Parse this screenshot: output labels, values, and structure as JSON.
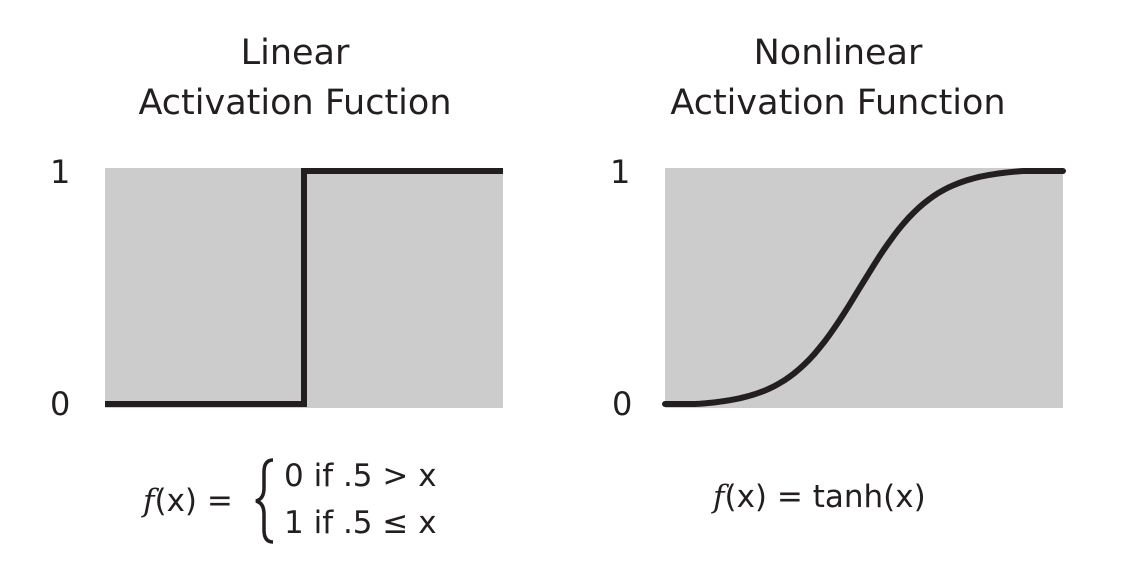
{
  "panels": [
    {
      "title_line1": "Linear",
      "title_line2": "Activation Fuction",
      "y_tick_top": "1",
      "y_tick_bottom": "0",
      "formula_prefix_f": "f",
      "formula_prefix_rest": "(x) =",
      "formula_case1": "0 if .5 > x",
      "formula_case2": "1 if .5 ≤ x"
    },
    {
      "title_line1": "Nonlinear",
      "title_line2": "Activation Function",
      "y_tick_top": "1",
      "y_tick_bottom": "0",
      "formula_f": "f",
      "formula_rest": "(x) = tanh(x)"
    }
  ],
  "chart_data": [
    {
      "type": "line",
      "curve": "step",
      "x": [
        0,
        0.5,
        0.5,
        1
      ],
      "y": [
        0,
        0,
        1,
        1
      ],
      "ylim": [
        0,
        1
      ],
      "yticks": [
        "0",
        "1"
      ]
    },
    {
      "type": "line",
      "curve": "sigmoid",
      "x": [
        0,
        0.1,
        0.2,
        0.3,
        0.4,
        0.5,
        0.6,
        0.7,
        0.8,
        0.9,
        1
      ],
      "y": [
        0,
        0.01,
        0.06,
        0.15,
        0.3,
        0.5,
        0.7,
        0.85,
        0.94,
        0.99,
        1
      ],
      "ylim": [
        0,
        1
      ],
      "yticks": [
        "0",
        "1"
      ]
    }
  ],
  "colors": {
    "plot_bg": "#cccccc",
    "line": "#231f20",
    "text": "#231f20"
  }
}
